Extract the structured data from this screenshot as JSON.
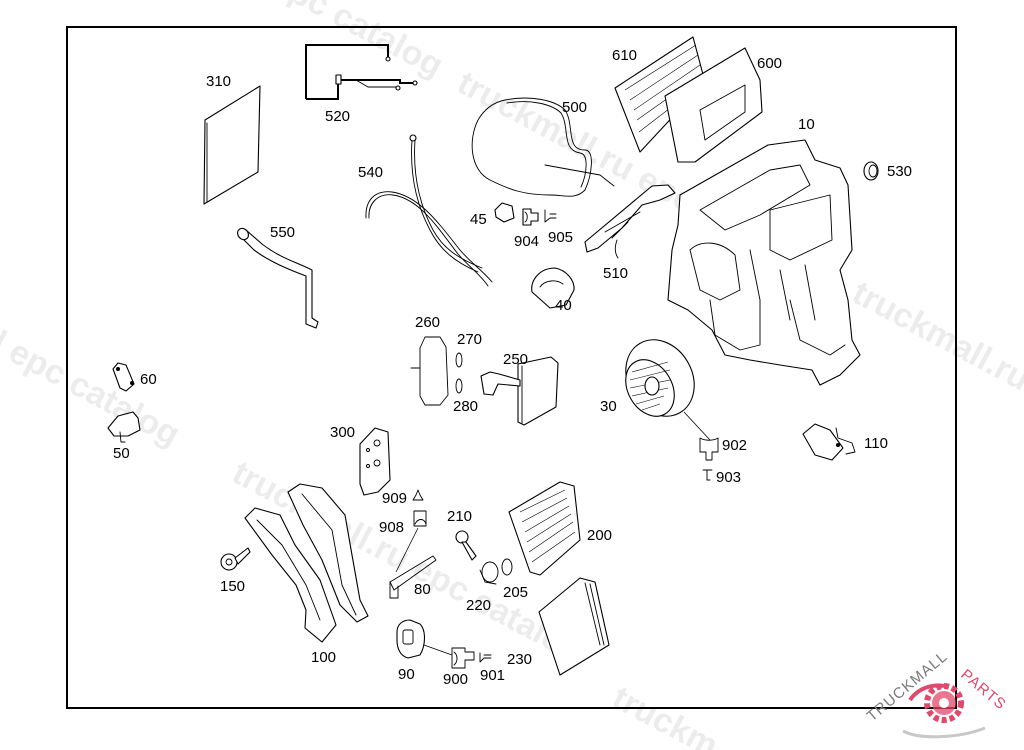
{
  "diagram": {
    "type": "exploded-parts-view",
    "subject": "heater / air-conditioning housing assembly",
    "callouts": {
      "c10": "10",
      "c30": "30",
      "c40": "40",
      "c45": "45",
      "c50": "50",
      "c60": "60",
      "c80": "80",
      "c90": "90",
      "c100": "100",
      "c110": "110",
      "c150": "150",
      "c200": "200",
      "c205": "205",
      "c210": "210",
      "c220": "220",
      "c230": "230",
      "c250": "250",
      "c260": "260",
      "c270": "270",
      "c280": "280",
      "c300": "300",
      "c310": "310",
      "c500": "500",
      "c510": "510",
      "c520": "520",
      "c530": "530",
      "c540": "540",
      "c550": "550",
      "c600": "600",
      "c610": "610",
      "c900": "900",
      "c901": "901",
      "c902": "902",
      "c903": "903",
      "c904": "904",
      "c905": "905",
      "c908": "908",
      "c909": "909"
    }
  },
  "watermark": {
    "lines": [
      "truckmall.ru epc catalog",
      "truckmall.ru epc catalog",
      "epc catalog",
      "truckmall.ru e",
      "l epc catalog",
      "truckmall.ru epc catalog",
      "truckm"
    ]
  },
  "logo": {
    "text_left": "TRUCKMALL",
    "text_right": "PARTS",
    "accent_color": "#e0486c",
    "text_color": "#7a7a7a"
  }
}
